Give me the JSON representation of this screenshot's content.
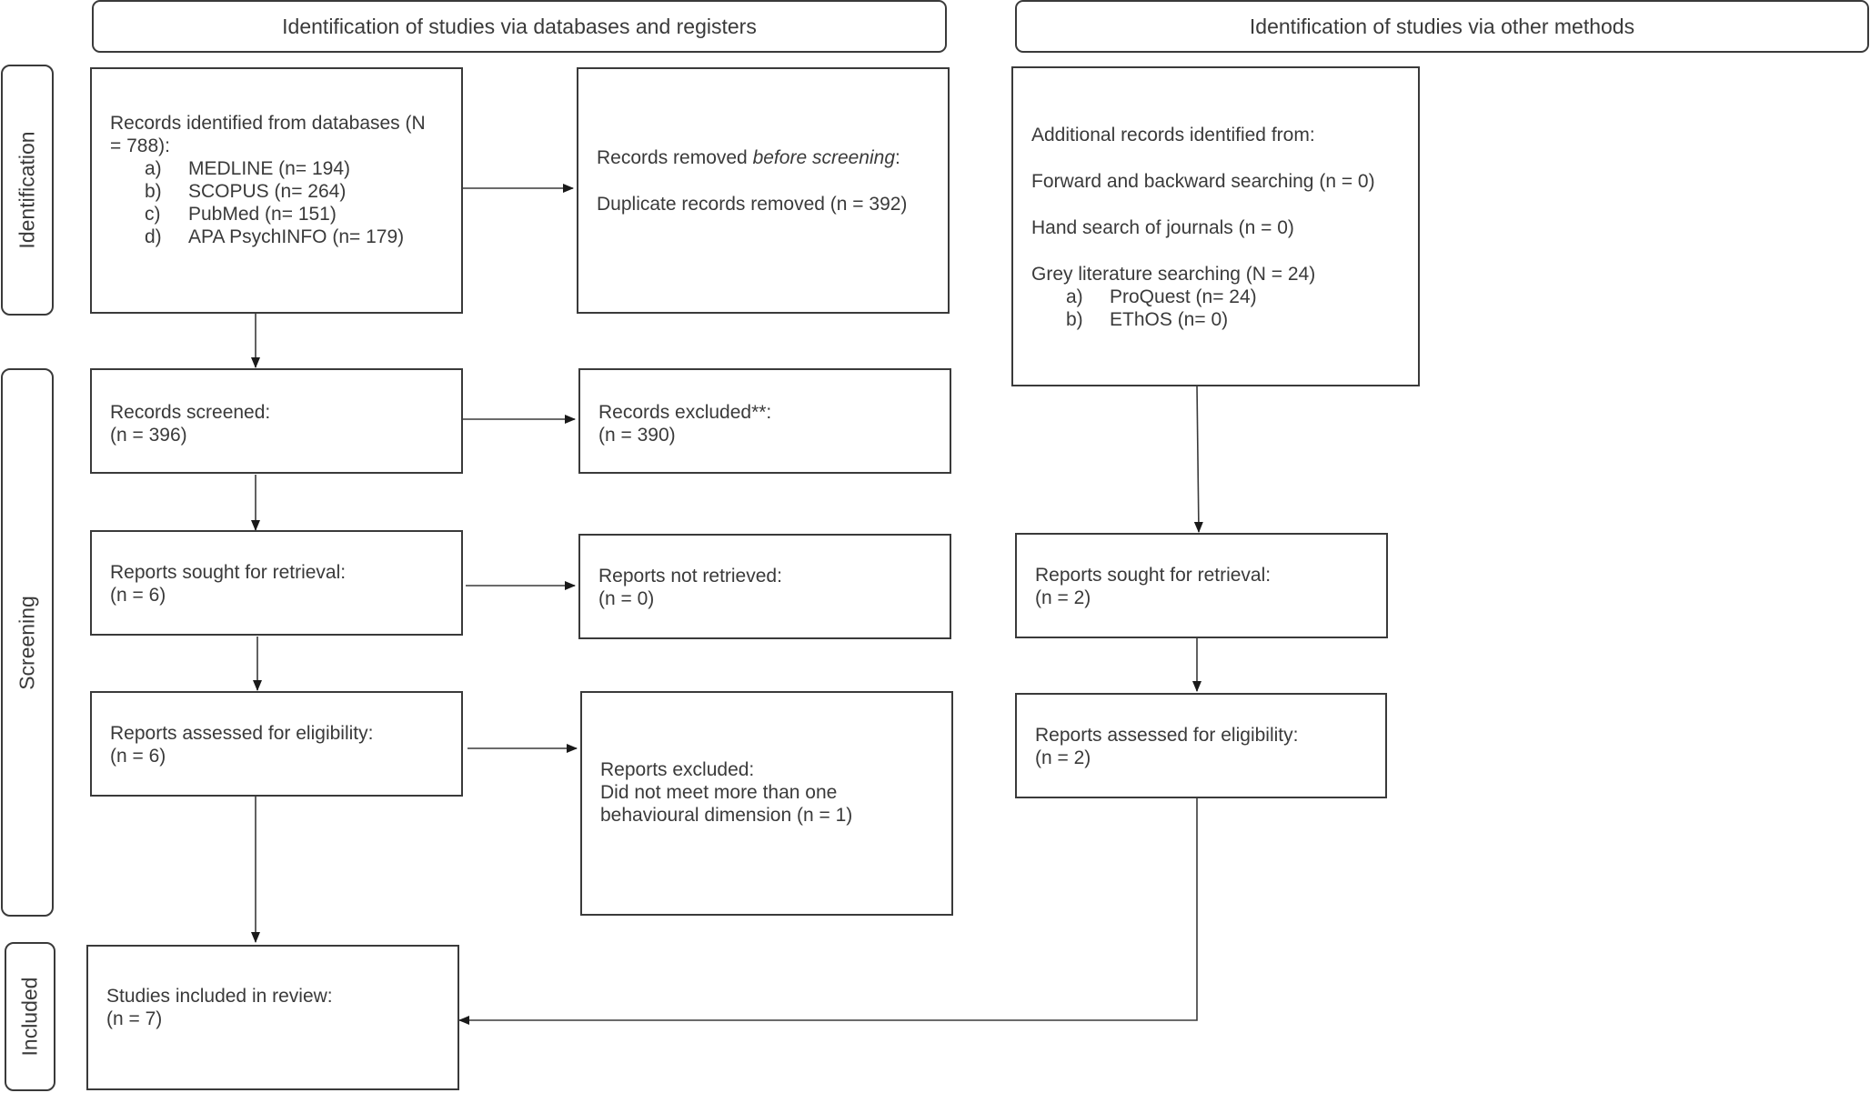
{
  "headers": {
    "databases": "Identification of studies via databases and registers",
    "other": "Identification of studies via other methods"
  },
  "phases": {
    "identification": "Identification",
    "screening": "Screening",
    "included": "Included"
  },
  "db": {
    "identified": {
      "line1": "Records identified from databases (N",
      "line2": "= 788):",
      "items": [
        {
          "marker": "a)",
          "text": "MEDLINE (n= 194)"
        },
        {
          "marker": "b)",
          "text": "SCOPUS (n= 264)"
        },
        {
          "marker": "c)",
          "text": "PubMed (n= 151)"
        },
        {
          "marker": "d)",
          "text": "APA PsychINFO (n= 179)"
        }
      ]
    },
    "removed": {
      "label_pre": "Records removed ",
      "label_em": "before screening",
      "label_post": ":",
      "duplicates": "Duplicate records removed (n = 392)"
    },
    "screened": {
      "label": "Records screened:",
      "count": "(n = 396)"
    },
    "excluded": {
      "label": "Records excluded**:",
      "count": "(n = 390)"
    },
    "sought": {
      "label": "Reports sought for retrieval:",
      "count": "(n = 6)"
    },
    "not_retrieved": {
      "label": "Reports not retrieved:",
      "count": "(n = 0)"
    },
    "assessed": {
      "label": "Reports assessed for eligibility:",
      "count": "(n = 6)"
    },
    "reports_excluded": {
      "label": "Reports excluded:",
      "line2": "Did not meet more than one",
      "line3": "behavioural dimension (n = 1)"
    },
    "included": {
      "label": "Studies included in review:",
      "count": "(n = 7)"
    }
  },
  "other": {
    "additional": {
      "title": "Additional records identified from:",
      "forward": "Forward and backward searching (n = 0)",
      "hand": "Hand search of journals (n = 0)",
      "grey": "Grey literature searching (N = 24)",
      "items": [
        {
          "marker": "a)",
          "text": "ProQuest (n= 24)"
        },
        {
          "marker": "b)",
          "text": "EThOS (n= 0)"
        }
      ]
    },
    "sought": {
      "label": "Reports sought for retrieval:",
      "count": "(n = 2)"
    },
    "assessed": {
      "label": "Reports assessed for eligibility:",
      "count": "(n = 2)"
    }
  }
}
